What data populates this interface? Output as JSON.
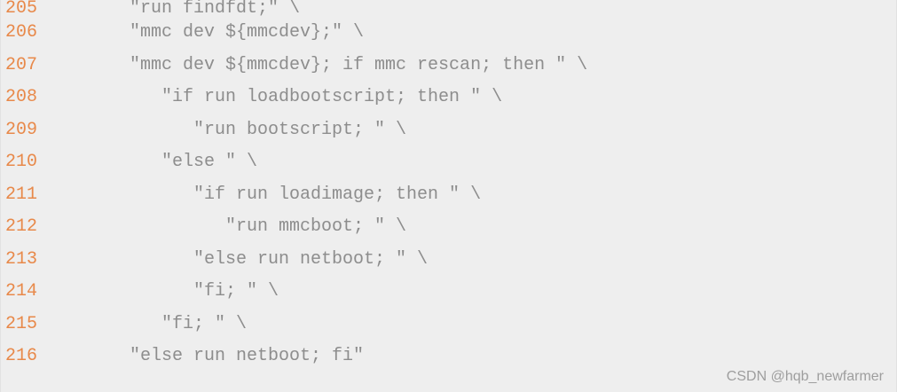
{
  "code": {
    "lines": [
      {
        "number": "205",
        "text": "\"run findfdt;\" \\"
      },
      {
        "number": "206",
        "text": "\"mmc dev ${mmcdev};\" \\"
      },
      {
        "number": "207",
        "text": "\"mmc dev ${mmcdev}; if mmc rescan; then \" \\"
      },
      {
        "number": "208",
        "text": "   \"if run loadbootscript; then \" \\"
      },
      {
        "number": "209",
        "text": "      \"run bootscript; \" \\"
      },
      {
        "number": "210",
        "text": "   \"else \" \\"
      },
      {
        "number": "211",
        "text": "      \"if run loadimage; then \" \\"
      },
      {
        "number": "212",
        "text": "         \"run mmcboot; \" \\"
      },
      {
        "number": "213",
        "text": "      \"else run netboot; \" \\"
      },
      {
        "number": "214",
        "text": "      \"fi; \" \\"
      },
      {
        "number": "215",
        "text": "   \"fi; \" \\"
      },
      {
        "number": "216",
        "text": "\"else run netboot; fi\""
      }
    ]
  },
  "watermark": {
    "text": "CSDN @hqb_newfarmer"
  },
  "colors": {
    "background": "#eeeeee",
    "line_number": "#e8894a",
    "code_text": "#8d8d8d",
    "watermark": "#9a9a9a"
  }
}
